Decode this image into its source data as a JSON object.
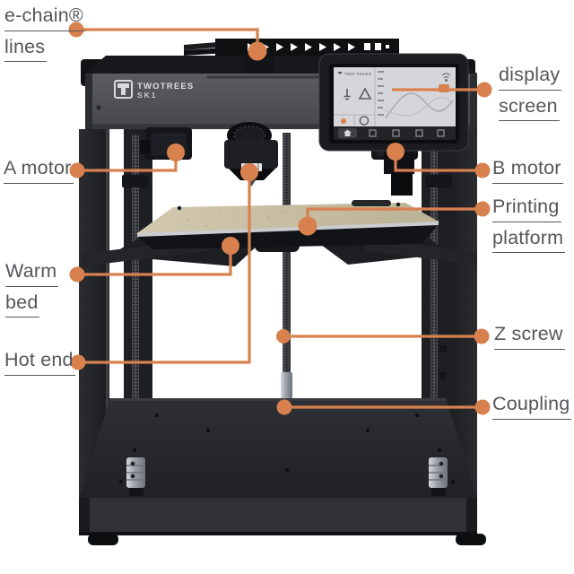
{
  "colors": {
    "accent": "#D8814F",
    "label_text": "#54565A",
    "frame": "#2A2B30",
    "bed": "#C9C0A5"
  },
  "callouts": {
    "echain": {
      "line1": "e-chain®",
      "line2": "lines"
    },
    "display_screen": {
      "line1": "display",
      "line2": "screen"
    },
    "a_motor": {
      "label": "A motor"
    },
    "b_motor": {
      "label": "B motor"
    },
    "printing_platform": {
      "line1": "Printing",
      "line2": "platform"
    },
    "warm_bed": {
      "line1": "Warm",
      "line2": "bed"
    },
    "hot_end": {
      "label": "Hot end"
    },
    "z_screw": {
      "label": "Z screw"
    },
    "coupling": {
      "label": "Coupling"
    }
  },
  "printer": {
    "logo_brand": "TWOTREES",
    "logo_model": "SK1",
    "screen_brand": "TWO TREES"
  }
}
